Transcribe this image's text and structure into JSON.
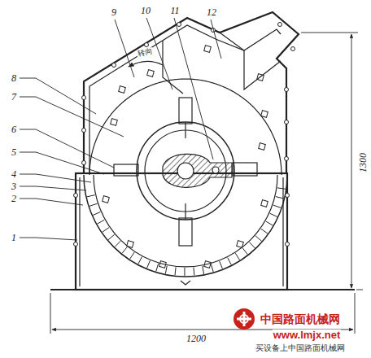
{
  "diagram": {
    "labels": [
      "1",
      "2",
      "3",
      "4",
      "5",
      "6",
      "7",
      "8",
      "9",
      "10",
      "11",
      "12",
      "1300",
      "1200",
      "转向",
      "中国路面机械网",
      "www.lmjx.net",
      "买设备上中国路面机械网"
    ]
  }
}
